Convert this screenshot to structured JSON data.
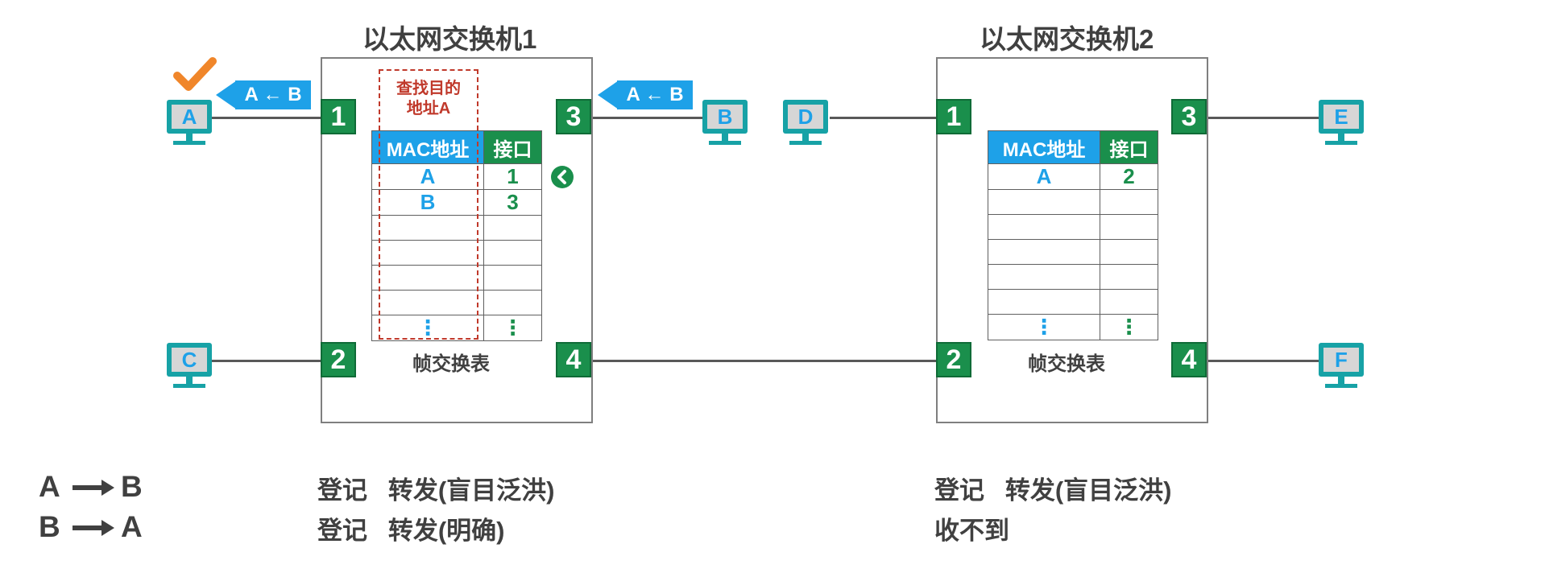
{
  "switch1": {
    "title": "以太网交换机1",
    "ports": [
      "1",
      "2",
      "3",
      "4"
    ],
    "table_caption": "帧交换表",
    "headers": [
      "MAC地址",
      "接口"
    ],
    "rows": [
      [
        "A",
        "1"
      ],
      [
        "B",
        "3"
      ]
    ],
    "lookup_note_line1": "查找目的",
    "lookup_note_line2": "地址A"
  },
  "switch2": {
    "title": "以太网交换机2",
    "ports": [
      "1",
      "2",
      "3",
      "4"
    ],
    "table_caption": "帧交换表",
    "headers": [
      "MAC地址",
      "接口"
    ],
    "rows": [
      [
        "A",
        "2"
      ]
    ]
  },
  "hosts": [
    "A",
    "B",
    "C",
    "D",
    "E",
    "F"
  ],
  "frames": {
    "at_a": "A ← B",
    "at_port3": "A ← B"
  },
  "ellipsis": "⋮",
  "summary": {
    "row1": {
      "flow_from": "A",
      "flow_to": "B",
      "sw1": "登记   转发(盲目泛洪)",
      "sw2": "登记   转发(盲目泛洪)"
    },
    "row2": {
      "flow_from": "B",
      "flow_to": "A",
      "sw1": "登记   转发(明确)",
      "sw2": "收不到"
    }
  },
  "colors": {
    "accent_blue": "#1ea1e8",
    "port_green": "#1a8f4c",
    "check_orange": "#f0862a",
    "note_red": "#c0392b"
  }
}
